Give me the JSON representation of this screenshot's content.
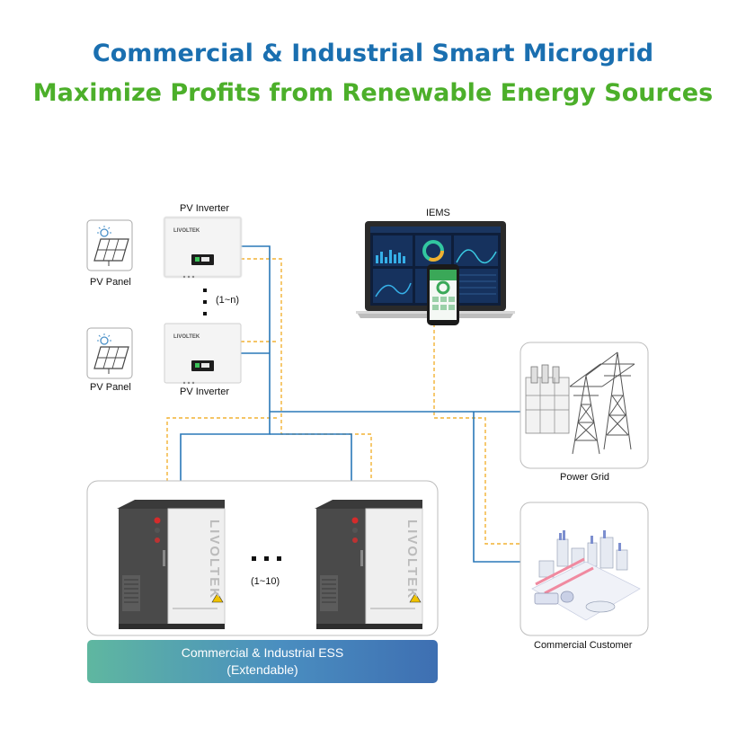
{
  "header": {
    "title": "Commercial & Industrial Smart Microgrid",
    "subtitle": "Maximize Profits from Renewable Energy Sources"
  },
  "labels": {
    "pv_inverter_top": "PV Inverter",
    "pv_inverter_bottom": "PV Inverter",
    "pv_panel_top": "PV Panel",
    "pv_panel_bottom": "PV Panel",
    "inverter_count": "(1~n)",
    "iems": "IEMS",
    "power_grid": "Power Grid",
    "commercial_customer": "Commercial Customer",
    "ess_count": "(1~10)",
    "inverter_brand": "LIVOLTEK",
    "ess_brand": "LIVOLTEK"
  },
  "ess_banner": {
    "line1": "Commercial & Industrial ESS",
    "line2": "(Extendable)"
  },
  "colors": {
    "title": "#1a6fb0",
    "subtitle": "#4caf2a",
    "power_line": "#2a78b8",
    "comm_line": "#f2b233"
  },
  "icons": [
    "solar-panel-icon",
    "pv-inverter-icon",
    "laptop-icon",
    "phone-icon",
    "power-grid-icon",
    "commercial-customer-icon",
    "ess-cabinet-icon"
  ]
}
